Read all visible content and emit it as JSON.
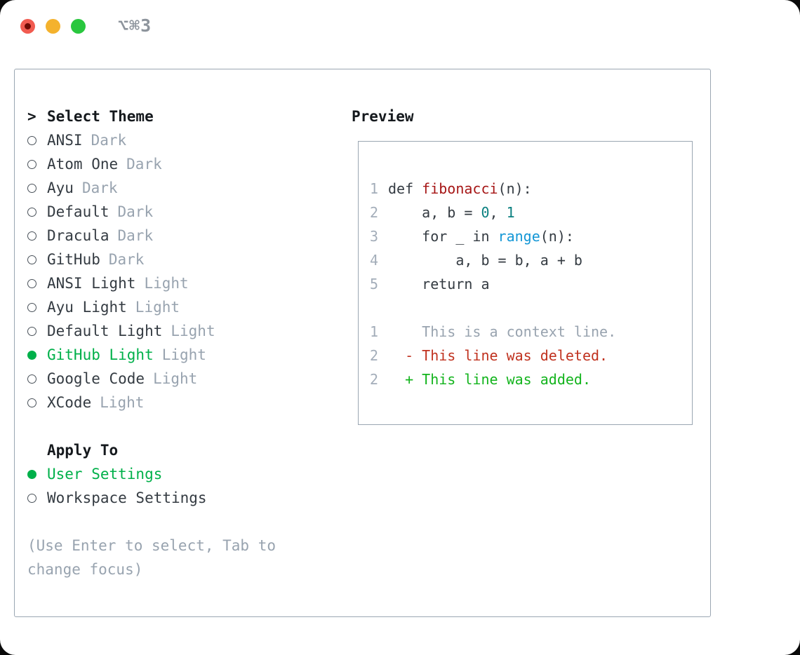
{
  "titlebar": {
    "shortcut": "⌥⌘3"
  },
  "theme_picker": {
    "prompt": ">",
    "title": "Select Theme",
    "items": [
      {
        "name": "ANSI",
        "variant": "Dark",
        "selected": false
      },
      {
        "name": "Atom One",
        "variant": "Dark",
        "selected": false
      },
      {
        "name": "Ayu",
        "variant": "Dark",
        "selected": false
      },
      {
        "name": "Default",
        "variant": "Dark",
        "selected": false
      },
      {
        "name": "Dracula",
        "variant": "Dark",
        "selected": false
      },
      {
        "name": "GitHub",
        "variant": "Dark",
        "selected": false
      },
      {
        "name": "ANSI Light",
        "variant": "Light",
        "selected": false
      },
      {
        "name": "Ayu Light",
        "variant": "Light",
        "selected": false
      },
      {
        "name": "Default Light",
        "variant": "Light",
        "selected": false
      },
      {
        "name": "GitHub Light",
        "variant": "Light",
        "selected": true
      },
      {
        "name": "Google Code",
        "variant": "Light",
        "selected": false
      },
      {
        "name": "XCode",
        "variant": "Light",
        "selected": false
      }
    ],
    "apply_to": {
      "title": "Apply To",
      "options": [
        {
          "label": "User Settings",
          "selected": true
        },
        {
          "label": "Workspace Settings",
          "selected": false
        }
      ]
    },
    "help": "(Use Enter to select, Tab to change focus)"
  },
  "preview": {
    "title": "Preview",
    "rows": [
      {
        "ln": "",
        "tokens": []
      },
      {
        "ln": "1",
        "tokens": [
          [
            "plain",
            "def "
          ],
          [
            "title",
            "fibonacci"
          ],
          [
            "plain",
            "(n):"
          ]
        ]
      },
      {
        "ln": "2",
        "tokens": [
          [
            "plain",
            "    a, b = "
          ],
          [
            "num",
            "0"
          ],
          [
            "plain",
            ", "
          ],
          [
            "num",
            "1"
          ]
        ]
      },
      {
        "ln": "3",
        "tokens": [
          [
            "plain",
            "    for _ in "
          ],
          [
            "blt",
            "range"
          ],
          [
            "plain",
            "(n):"
          ]
        ]
      },
      {
        "ln": "4",
        "tokens": [
          [
            "plain",
            "        a, b = b, a + b"
          ]
        ]
      },
      {
        "ln": "5",
        "tokens": [
          [
            "plain",
            "    return a"
          ]
        ]
      },
      {
        "ln": "",
        "tokens": []
      },
      {
        "ln": "1",
        "tokens": [
          [
            "ctx",
            "    This is a context line."
          ]
        ]
      },
      {
        "ln": "2",
        "tokens": [
          [
            "del",
            "  - This line was deleted."
          ]
        ]
      },
      {
        "ln": "2",
        "tokens": [
          [
            "add",
            "  + This line was added."
          ]
        ]
      }
    ]
  },
  "colors": {
    "accent_green": "#00b04a",
    "window_border": "#9aa6b2",
    "text_dark": "#343b42",
    "text_muted": "#98a3af",
    "header_black": "#15191d",
    "line_number_gray": "#a3adb9",
    "code_function_red": "#a61616",
    "code_builtin_blue": "#1497d6",
    "code_number_teal": "#0b8080",
    "diff_deleted_red": "#c0321f",
    "diff_added_green": "#13b41d",
    "traffic_red": "#f15b50",
    "traffic_yellow": "#f4b22d",
    "traffic_green": "#29c73e"
  }
}
